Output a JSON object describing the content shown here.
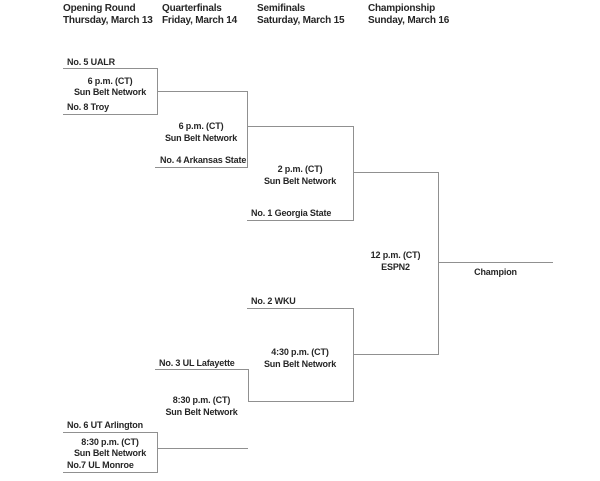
{
  "colors": {
    "line": "#909090",
    "text": "#262626",
    "background": "#ffffff"
  },
  "rounds": [
    {
      "name": "Opening Round",
      "date": "Thursday, March 13"
    },
    {
      "name": "Quarterfinals",
      "date": "Friday, March 14"
    },
    {
      "name": "Semifinals",
      "date": "Saturday, March 15"
    },
    {
      "name": "Championship",
      "date": "Sunday, March 16"
    }
  ],
  "bracket": {
    "opening_top": {
      "team_top": "No. 5 UALR",
      "time": "6 p.m. (CT)",
      "network": "Sun Belt Network",
      "team_bottom": "No. 8 Troy"
    },
    "quarterfinal_top": {
      "time": "6 p.m. (CT)",
      "network": "Sun Belt Network",
      "team": "No. 4 Arkansas State"
    },
    "semifinal_top": {
      "time": "2 p.m. (CT)",
      "network": "Sun Belt Network",
      "team": "No. 1 Georgia State"
    },
    "final": {
      "time": "12 p.m. (CT)",
      "network": "ESPN2",
      "winner_label": "Champion"
    },
    "semifinal_bottom": {
      "team": "No. 2 WKU",
      "time": "4:30 p.m. (CT)",
      "network": "Sun Belt Network"
    },
    "quarterfinal_bottom": {
      "team": "No. 3 UL Lafayette",
      "time": "8:30 p.m. (CT)",
      "network": "Sun Belt Network"
    },
    "opening_bottom": {
      "team_top": "No. 6 UT Arlington",
      "time": "8:30 p.m. (CT)",
      "network": "Sun Belt Network",
      "team_bottom": "No.7 UL Monroe"
    }
  }
}
